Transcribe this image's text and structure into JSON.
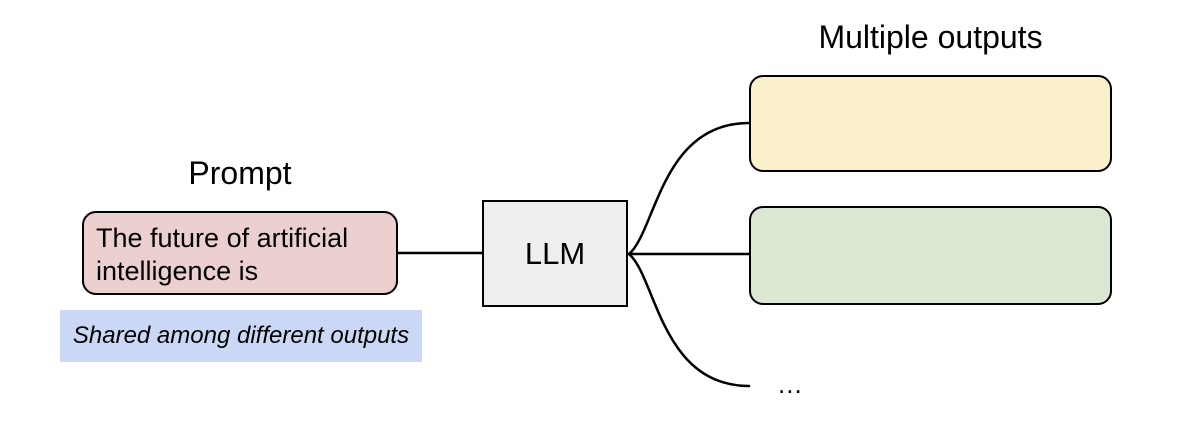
{
  "labels": {
    "prompt": "Prompt",
    "outputs": "Multiple outputs",
    "ellipsis": "..."
  },
  "prompt": {
    "text": "The future of artificial intelligence is"
  },
  "note": {
    "text": "Shared among different outputs"
  },
  "llm": {
    "label": "LLM"
  },
  "outputs": {
    "count_shown": 2,
    "has_more_indicator": true
  },
  "colors": {
    "background": "#ffffff",
    "prompt_fill": "#ecd0d0",
    "note_fill": "#cbd8f5",
    "llm_fill": "#efeeee",
    "output_1_fill": "#faf0cc",
    "output_2_fill": "#dbe7d3",
    "stroke": "#000000"
  }
}
